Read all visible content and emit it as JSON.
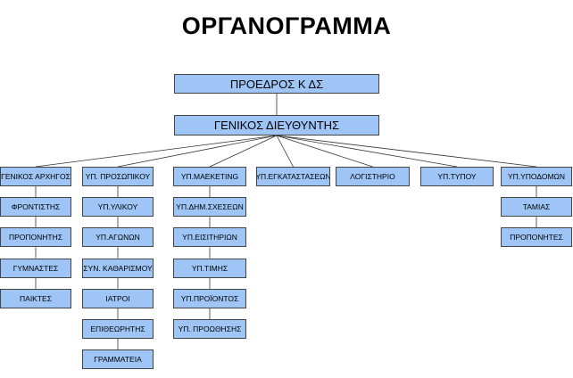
{
  "title": "ΟΡΓΑΝΟΓΡΑΜΜΑ",
  "top": {
    "president": "ΠΡΟΕΔΡΟΣ Κ ΔΣ",
    "general_director": "ΓΕΝΙΚΟΣ ΔΙΕΥΘΥΝΤΗΣ"
  },
  "columns": [
    {
      "head": "ΓΕΝΙΚΟΣ ΑΡΧΗΓΟΣ",
      "items": [
        "ΦΡΟΝΤΙΣΤΗΣ",
        "ΠΡΟΠΟΝΗΤΗΣ",
        "ΓΥΜΝΑΣΤΕΣ",
        "ΠΑΙΚΤΕΣ"
      ]
    },
    {
      "head": "ΥΠ. ΠΡΟΣΩΠΙΚΟΥ",
      "items": [
        "ΥΠ.ΥΛΙΚΟΥ",
        "ΥΠ.ΑΓΩΝΩΝ",
        "ΣΥΝ. ΚΑΘΑΡΙΣΜΟΥ",
        "ΙΑΤΡΟΙ",
        "ΕΠΙΘΕΩΡΗΤΗΣ",
        "ΓΡΑΜΜΑΤΕΙΑ"
      ]
    },
    {
      "head": "ΥΠ.ΜΑΕΚΕΤΙΝG",
      "items": [
        "ΥΠ.ΔΗΜ.ΣΧΕΣΕΩΝ",
        "ΥΠ.ΕΙΣΙΤΗΡΙΩΝ",
        "ΥΠ.ΤΙΜΗΣ",
        "ΥΠ.ΠΡΟΪΟΝΤΟΣ",
        "ΥΠ. ΠΡΟΩΘΗΣΗΣ"
      ]
    },
    {
      "head": "ΥΠ.ΕΓΚΑΤΑΣΤΑΣΕΩΝ",
      "items": []
    },
    {
      "head": "ΛΟΓΙΣΤΗΡΙΟ",
      "items": []
    },
    {
      "head": "ΥΠ.ΤΥΠΟΥ",
      "items": []
    },
    {
      "head": "ΥΠ.ΥΠΟΔΟΜΩΝ",
      "items": [
        "ΤΑΜΙΑΣ",
        "ΠΡΟΠΟΝΗΤΕΣ"
      ]
    }
  ]
}
